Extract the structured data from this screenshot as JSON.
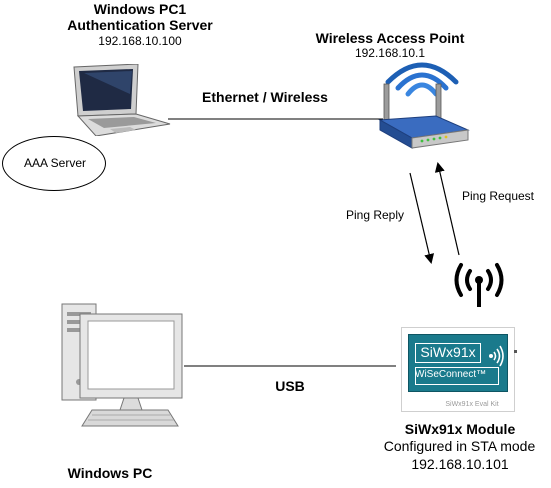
{
  "server": {
    "name": "Windows PC1",
    "role": "Authentication Server",
    "ip": "192.168.10.100"
  },
  "aaa": {
    "label": "AAA Server"
  },
  "ap": {
    "name": "Wireless Access Point",
    "ip": "192.168.10.1"
  },
  "links": {
    "eth_wireless": "Ethernet / Wireless",
    "usb": "USB",
    "ping_reply": "Ping Reply",
    "ping_request": "Ping Request"
  },
  "module": {
    "title": "SiWx91x Module",
    "mode": "Configured in STA mode",
    "ip": "192.168.10.101",
    "chip_label": "SiWx91x",
    "brand": "WiSeConnect™",
    "kit_label": "SiWx91x Eval Kit"
  },
  "host": {
    "name": "Windows PC"
  },
  "colors": {
    "laptop_body": "#d9d9d9",
    "laptop_screen": "#1f2a44",
    "ap_blue": "#2a5fb0",
    "wifi_blue": "#1d5fb4",
    "chip_teal": "#1a7a8c",
    "monitor_gray": "#e6e6e6"
  }
}
